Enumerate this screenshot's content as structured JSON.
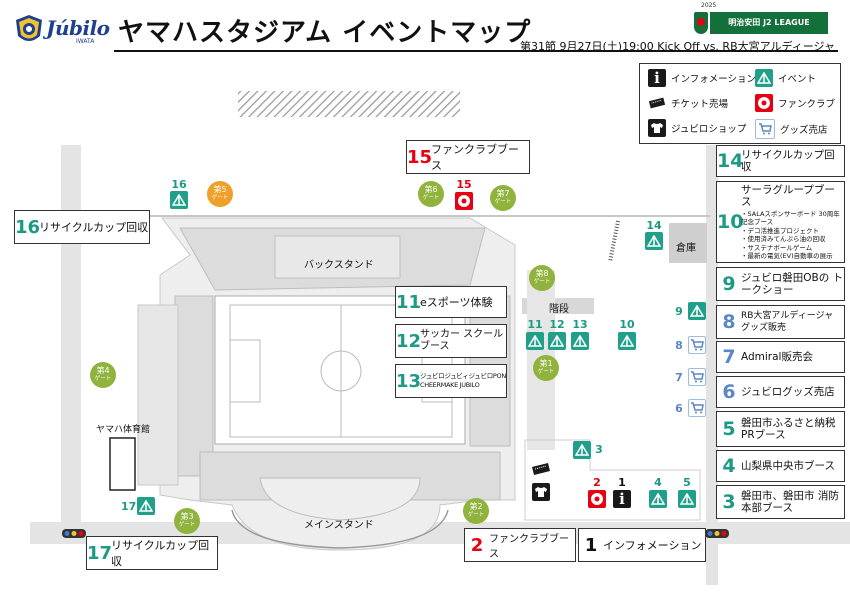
{
  "header": {
    "logo_text": "Júbilo",
    "logo_sub": "IWATA",
    "title": "ヤマハスタジアム イベントマップ",
    "subtitle": "第31節 9月27日(土)19:00 Kick Off vs. RB大宮アルディージャ",
    "league_year": "2025",
    "league_name": "明治安田 J2 LEAGUE"
  },
  "legend": [
    {
      "icon": "info-icon",
      "label": "インフォメーション"
    },
    {
      "icon": "tent-icon",
      "label": "イベント"
    },
    {
      "icon": "ticket-icon",
      "label": "チケット売場"
    },
    {
      "icon": "fanclub-ball-icon",
      "label": "ファンクラブ"
    },
    {
      "icon": "shop-shirt-icon",
      "label": "ジュビロショップ"
    },
    {
      "icon": "goods-cart-icon",
      "label": "グッズ売店"
    }
  ],
  "map": {
    "back_stand": "バックスタンド",
    "main_stand": "メインスタンド",
    "stairs": "階段",
    "warehouse": "倉庫",
    "gymnasium": "ヤマハ体育館"
  },
  "gates": [
    {
      "label": "第1",
      "sub": "ゲート"
    },
    {
      "label": "第2",
      "sub": "ゲート"
    },
    {
      "label": "第3",
      "sub": "ゲート"
    },
    {
      "label": "第4",
      "sub": "ゲート"
    },
    {
      "label": "第5",
      "sub": "ゲート"
    },
    {
      "label": "第6",
      "sub": "ゲート"
    },
    {
      "label": "第7",
      "sub": "ゲート"
    },
    {
      "label": "第8",
      "sub": "ゲート"
    }
  ],
  "booths": [
    {
      "num": "1",
      "name": "インフォメーション"
    },
    {
      "num": "2",
      "name": "ファンクラブブース"
    },
    {
      "num": "3",
      "name": "磐田市、磐田市 消防本部ブース"
    },
    {
      "num": "4",
      "name": "山梨県中央市ブース"
    },
    {
      "num": "5",
      "name": "磐田市ふるさと納税 PRブース"
    },
    {
      "num": "6",
      "name": "ジュビログッズ売店"
    },
    {
      "num": "7",
      "name": "Admiral販売会"
    },
    {
      "num": "8",
      "name": "RB大宮アルディージャ グッズ販売"
    },
    {
      "num": "9",
      "name": "ジュビロ磐田OBの トークショー"
    },
    {
      "num": "10",
      "name": "サーラグループブース"
    },
    {
      "num": "11",
      "name": "eスポーツ体験"
    },
    {
      "num": "12",
      "name": "サッカー スクールブース"
    },
    {
      "num": "13",
      "name": "ジュビロジュビィジュビロPON CHEERMAKE JUBILO"
    },
    {
      "num": "14",
      "name": "リサイクルカップ回収"
    },
    {
      "num": "15",
      "name": "ファンクラブブース"
    },
    {
      "num": "16",
      "name": "リサイクルカップ回収"
    },
    {
      "num": "17",
      "name": "リサイクルカップ回収"
    }
  ],
  "sara_items": [
    "・SALAスポンサーボード 30周年記念ブース",
    "・デコ活推進プロジェクト",
    "・使用済みてんぷら油の回収",
    "・サステナボールゲーム",
    "・最新の電気(EV)自動車の展示"
  ],
  "colors": {
    "event": "#20a08a",
    "fanclub": "#e60012",
    "goods": "#5b86c7",
    "gate": "#8fb33c",
    "gate_alt": "#eea02a",
    "league": "#14703a",
    "brand": "#1f3f8f"
  }
}
